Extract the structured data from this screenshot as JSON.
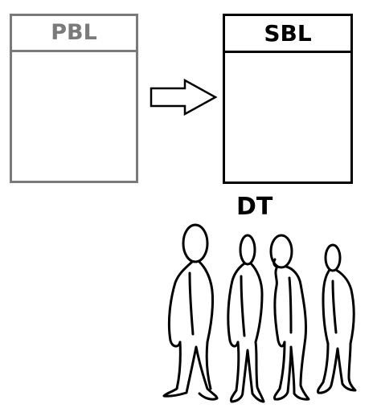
{
  "diagram": {
    "source_box": {
      "label": "PBL",
      "color": "#7a7a7a"
    },
    "target_box": {
      "label": "SBL",
      "color": "#000000"
    },
    "arrow": {
      "icon": "right-arrow-icon",
      "direction": "right"
    },
    "group_label": "DT",
    "people": {
      "icon": "person-sketch-icon",
      "count": 4
    }
  }
}
